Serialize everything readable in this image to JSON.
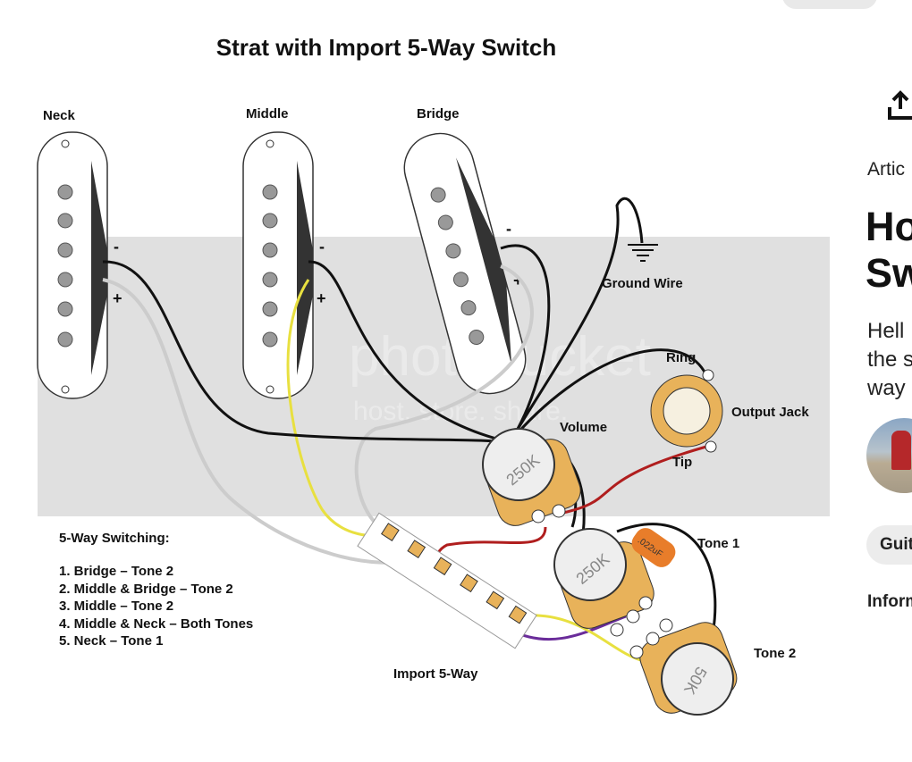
{
  "diagram": {
    "title": "Strat with Import 5-Way Switch",
    "pickups": {
      "neck": "Neck",
      "middle": "Middle",
      "bridge": "Bridge"
    },
    "polarity": {
      "minus": "-",
      "plus": "+"
    },
    "ground": "Ground Wire",
    "jack": {
      "label": "Output Jack",
      "ring": "Ring",
      "tip": "Tip"
    },
    "volume": {
      "label": "Volume",
      "value": "250K"
    },
    "tone1": {
      "label": "Tone 1",
      "value": "250K",
      "cap": ".022uF"
    },
    "tone2": {
      "label": "Tone 2",
      "value": "50K"
    },
    "switch_label": "Import 5-Way",
    "switching": {
      "heading": "5-Way Switching:",
      "items": [
        "1. Bridge – Tone 2",
        "2. Middle & Bridge – Tone 2",
        "3. Middle – Tone 2",
        "4. Middle & Neck – Both Tones",
        "5. Neck – Tone 1"
      ]
    },
    "watermark": {
      "brand": "photobucket",
      "tagline": "host. store. share."
    },
    "colors": {
      "background_band": "#e0e0e0",
      "pot": "#e8b25a",
      "cap": "#e87d2a",
      "wire_red": "#b01e1e",
      "wire_yellow": "#e8e040",
      "wire_purple": "#6a2c9a",
      "wire_blue": "#3a78c0"
    }
  },
  "sidebar": {
    "kind": "Artic",
    "title_lines": [
      "Ho",
      "Sw"
    ],
    "description_lines": [
      "Hell",
      "the s",
      "way"
    ],
    "chip": "Guit",
    "section": "Inform"
  }
}
